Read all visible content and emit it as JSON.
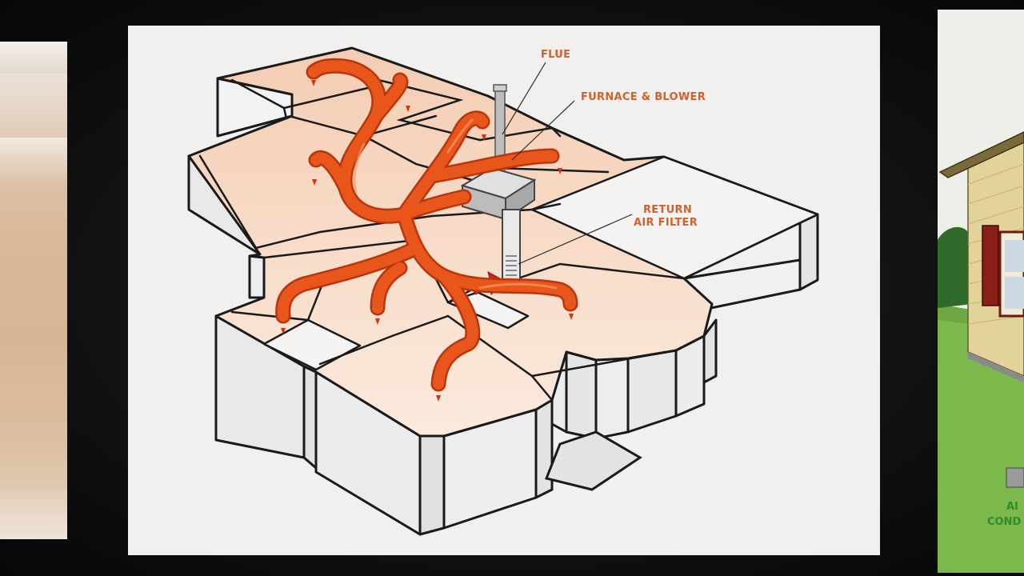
{
  "diagram": {
    "labels": {
      "flue": "FLUE",
      "furnace": "FURNACE & BLOWER",
      "return_line1": "RETURN",
      "return_line2": "AIR FILTER"
    },
    "colors": {
      "duct": "#e8561b",
      "room_floor": "#f6d9c6",
      "label": "#d2602a",
      "wall": "#eeeeee",
      "outline": "#1a1a1a"
    }
  },
  "next_slide": {
    "label_line1": "AI",
    "label_line2": "COND"
  }
}
